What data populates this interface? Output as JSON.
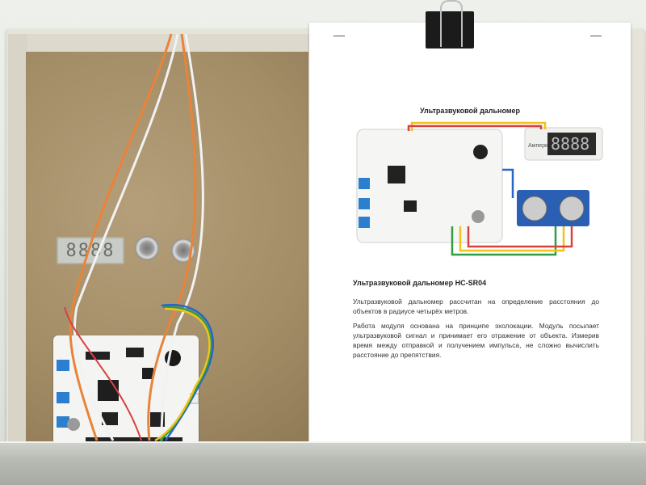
{
  "sheet": {
    "title": "Ультразвуковой дальномер",
    "section_title": "Ультразвуковой дальномер HC-SR04",
    "paragraph_1": "Ультразвуковой дальномер рассчитан на определение расстояния до объектов в радиусе четырёх метров.",
    "paragraph_2": "Работа модуля основана на принципе эхолокации. Модуль посылает ультразвуковой сигнал и принимает его отражение от объекта. Измерив время между отправкой и получением импульса, не сложно вычислить расстояние до препятствия."
  },
  "display": {
    "digits": "8888"
  },
  "diagram": {
    "display_digits": "8888",
    "module_label": "Амперка"
  },
  "colors": {
    "cork": "#a38d67",
    "paper": "#ffffff",
    "wire_orange": "#e8843a",
    "wire_white": "#f2f2f2",
    "wire_yellow": "#f0c21a",
    "wire_green": "#2f9e44",
    "wire_red": "#d94141",
    "wire_blue": "#2a63c9",
    "terminal_blue": "#2c7fcf"
  }
}
